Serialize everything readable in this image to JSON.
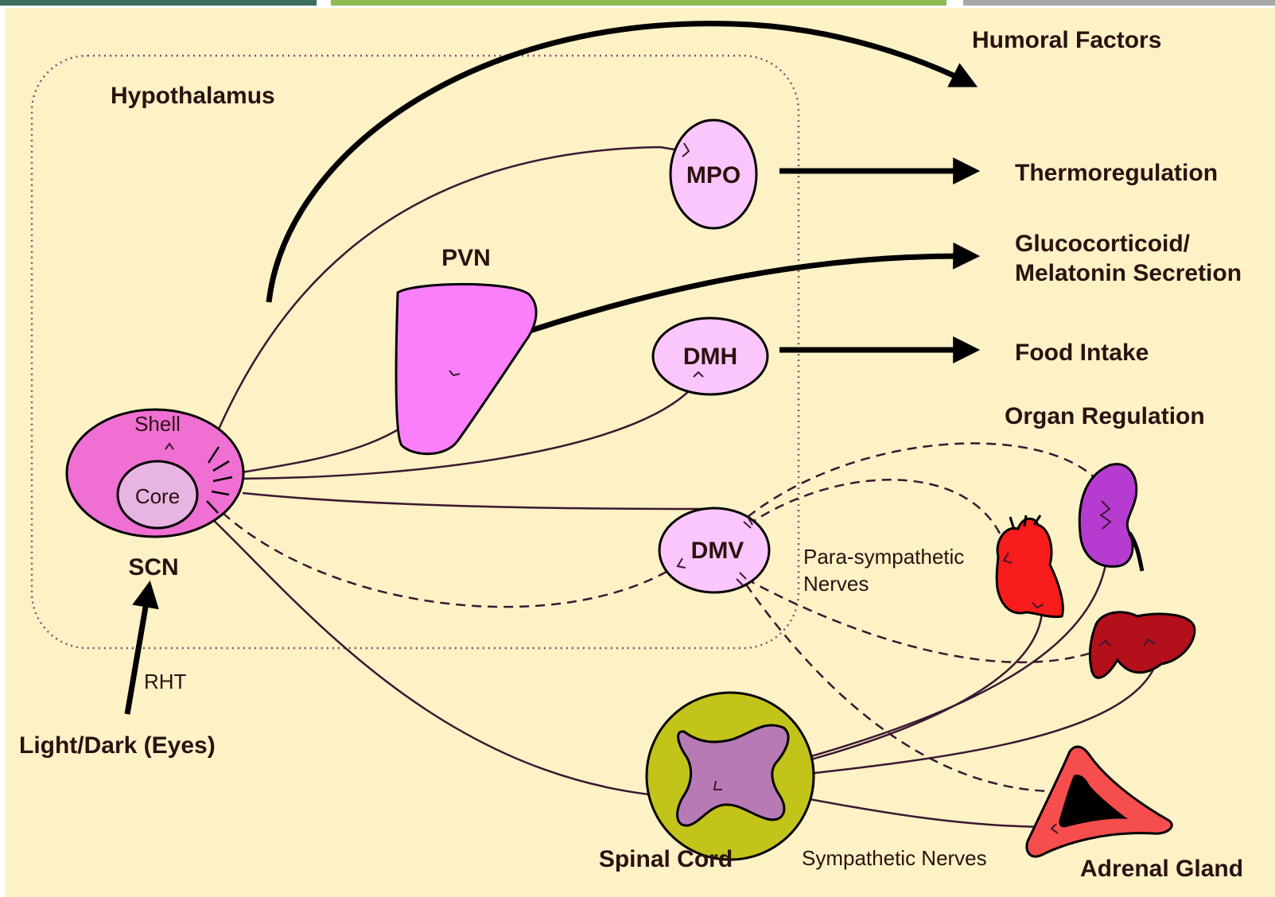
{
  "colors": {
    "background": "#fdf1c6",
    "nerve": "#3a1830",
    "scn_shell": "#f06fd2",
    "scn_core": "#e8b4e3",
    "pvn": "#fb7efb",
    "nucleus": "#fbc6fb",
    "spinal_cord": "#c3c41a",
    "spinal_gray": "#b87ab5",
    "heart": "#f81c1c",
    "kidney": "#b63bd0",
    "liver": "#b3101c",
    "adrenal": "#f64d4d",
    "topbar": [
      "#3c6e5b",
      "#8ebd52",
      "#a8a8a8"
    ]
  },
  "labels": {
    "hypothalamus": "Hypothalamus",
    "humoral": "Humoral Factors",
    "thermo": "Thermoregulation",
    "gluco_1": "Glucocorticoid/",
    "gluco_2": "Melatonin Secretion",
    "food": "Food Intake",
    "organ": "Organ Regulation",
    "mpo": "MPO",
    "pvn": "PVN",
    "dmh": "DMH",
    "dmv": "DMV",
    "shell": "Shell",
    "core": "Core",
    "scn": "SCN",
    "rht": "RHT",
    "light": "Light/Dark (Eyes)",
    "para_1": "Para-sympathetic",
    "para_2": "Nerves",
    "spinal": "Spinal Cord",
    "sympathetic": "Sympathetic Nerves",
    "adrenal": "Adrenal Gland"
  }
}
